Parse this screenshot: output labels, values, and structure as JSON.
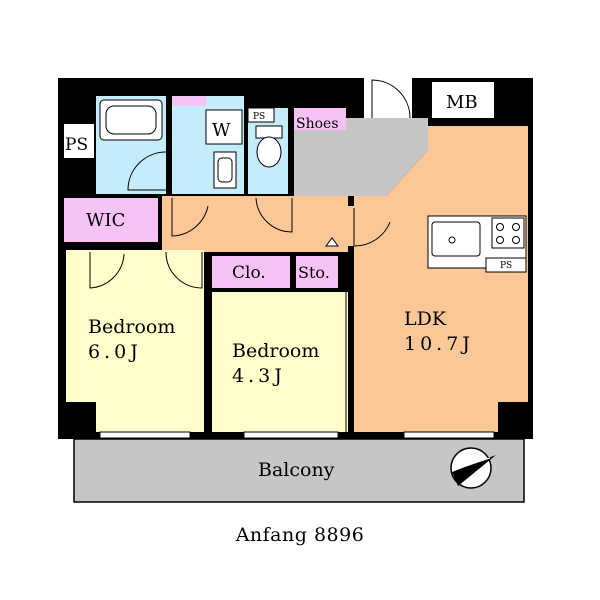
{
  "plan": {
    "rooms": {
      "bedroom_a": {
        "name": "Bedroom",
        "size": "6.0J"
      },
      "bedroom_b": {
        "name": "Bedroom",
        "size": "4.3J"
      },
      "ldk": {
        "name": "LDK",
        "size": "10.7J"
      }
    },
    "labels": {
      "wic": "WIC",
      "closet": "Clo.",
      "storage": "Sto.",
      "washer": "W",
      "shoes": "Shoes",
      "meter_box": "MB",
      "pipe_space": "PS",
      "pipe_space_small": "PS",
      "pipe_space_kitchen": "PS",
      "balcony": "Balcony"
    },
    "caption": "Anfang 8896"
  },
  "colors": {
    "wall": "#000000",
    "bedroom": "#ffffcc",
    "ldk": "#fcc797",
    "hall": "#fcc797",
    "wet": "#c5ecfa",
    "storage": "#f7c3f5",
    "entrance": "#c6c6c6",
    "balcony": "#c6c6c6"
  }
}
